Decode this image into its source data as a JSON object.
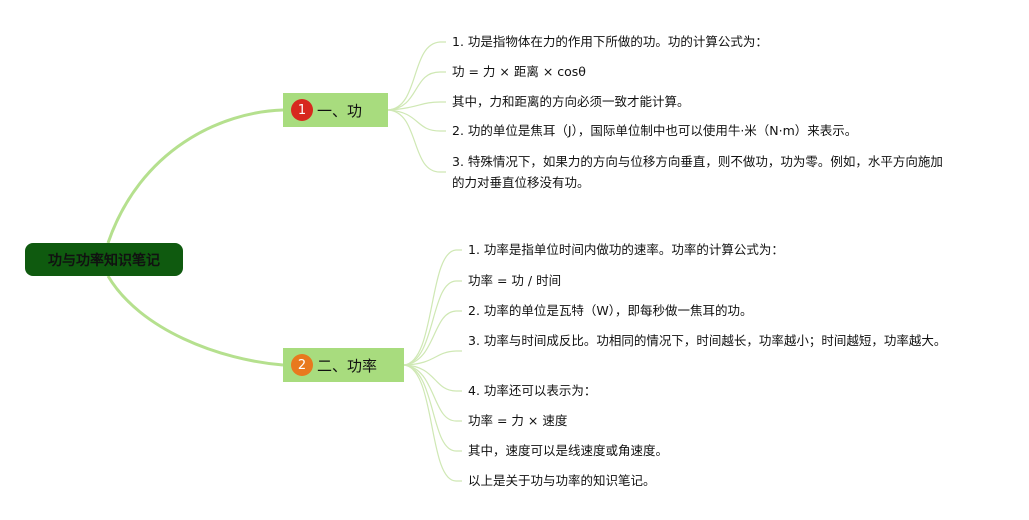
{
  "root": {
    "title": "功与功率知识笔记"
  },
  "branches": [
    {
      "number": "1",
      "number_color": "#d7281e",
      "label": "一、功",
      "items": [
        "1. 功是指物体在力的作用下所做的功。功的计算公式为：",
        "功 = 力 × 距离 × cosθ",
        "其中，力和距离的方向必须一致才能计算。",
        "2. 功的单位是焦耳（J），国际单位制中也可以使用牛·米（N·m）来表示。",
        "3. 特殊情况下，如果力的方向与位移方向垂直，则不做功，功为零。例如，水平方向施加的力对垂直位移没有功。"
      ]
    },
    {
      "number": "2",
      "number_color": "#e8791e",
      "label": "二、功率",
      "items": [
        "1. 功率是指单位时间内做功的速率。功率的计算公式为：",
        "功率 = 功 / 时间",
        "2. 功率的单位是瓦特（W），即每秒做一焦耳的功。",
        "3. 功率与时间成反比。功相同的情况下，时间越长，功率越小；时间越短，功率越大。",
        "4. 功率还可以表示为：",
        "功率 = 力 × 速度",
        "其中，速度可以是线速度或角速度。",
        "以上是关于功与功率的知识笔记。"
      ]
    }
  ],
  "colors": {
    "root_bg": "#0f5a0f",
    "branch_bg": "#a8dc7e",
    "trunk_line": "#b5e08e",
    "leaf_line": "#cfe8b4"
  }
}
